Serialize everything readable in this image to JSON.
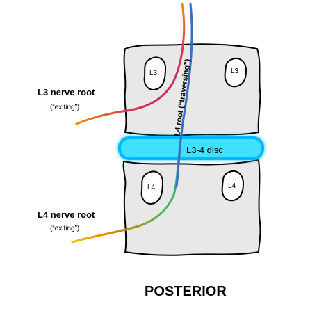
{
  "labels": {
    "l3_vertebra_left": "L3",
    "l3_vertebra_right": "L3",
    "l4_vertebra_left": "L4",
    "l4_vertebra_right": "L4",
    "disc": "L3-4 disc",
    "l4_root_traversing": "L4 root (“traversing”)",
    "l3_nerve_root_title": "L3 nerve root",
    "l3_nerve_root_sub": "(“exiting”)",
    "l4_nerve_root_title": "L4 nerve root",
    "l4_nerve_root_sub": "(“exiting”)",
    "posterior": "POSTERIOR"
  },
  "colors": {
    "vertebra_fill": "#e8e8e8",
    "vertebra_stroke": "#000000",
    "disc_fill": "#3fe0ff",
    "disc_glow": "#00b8ff",
    "pedicle_fill": "#ffffff",
    "l4_root_stroke": "#2a5fb0",
    "rainbow": [
      "#ffe000",
      "#ff9c00",
      "#ff3c3c",
      "#c01ac0",
      "#7a1fa8"
    ],
    "rainbow_l4": [
      "#ffd000",
      "#ff8c00",
      "#3ad03a",
      "#1f6fd0",
      "#8a2fc0"
    ],
    "text": "#000000"
  }
}
